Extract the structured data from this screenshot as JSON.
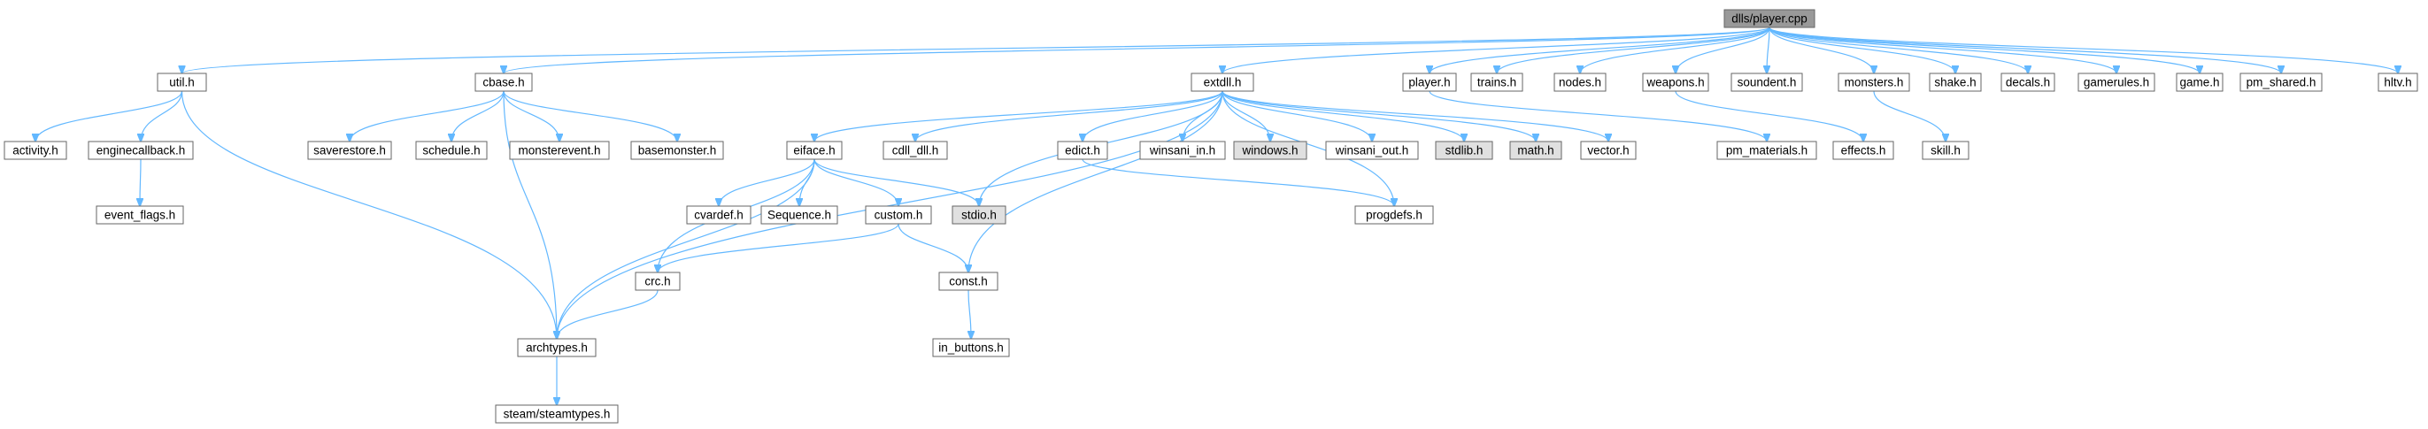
{
  "colors": {
    "node_fill": "#ffffff",
    "node_root_fill": "#999999",
    "node_system_fill": "#e0e0e0",
    "node_border": "#666666",
    "edge": "#63b8ff"
  },
  "nodes": [
    {
      "id": "root",
      "label": "dlls/player.cpp",
      "kind": "root"
    },
    {
      "id": "util",
      "label": "util.h",
      "kind": "normal"
    },
    {
      "id": "cbase",
      "label": "cbase.h",
      "kind": "normal"
    },
    {
      "id": "extdll",
      "label": "extdll.h",
      "kind": "normal"
    },
    {
      "id": "player",
      "label": "player.h",
      "kind": "normal"
    },
    {
      "id": "trains",
      "label": "trains.h",
      "kind": "normal"
    },
    {
      "id": "nodes",
      "label": "nodes.h",
      "kind": "normal"
    },
    {
      "id": "weapons",
      "label": "weapons.h",
      "kind": "normal"
    },
    {
      "id": "soundent",
      "label": "soundent.h",
      "kind": "normal"
    },
    {
      "id": "monsters",
      "label": "monsters.h",
      "kind": "normal"
    },
    {
      "id": "shake",
      "label": "shake.h",
      "kind": "normal"
    },
    {
      "id": "decals",
      "label": "decals.h",
      "kind": "normal"
    },
    {
      "id": "gamerules",
      "label": "gamerules.h",
      "kind": "normal"
    },
    {
      "id": "game",
      "label": "game.h",
      "kind": "normal"
    },
    {
      "id": "pm_shared",
      "label": "pm_shared.h",
      "kind": "normal"
    },
    {
      "id": "hltv",
      "label": "hltv.h",
      "kind": "normal"
    },
    {
      "id": "activity",
      "label": "activity.h",
      "kind": "normal"
    },
    {
      "id": "enginecallback",
      "label": "enginecallback.h",
      "kind": "normal"
    },
    {
      "id": "event_flags",
      "label": "event_flags.h",
      "kind": "normal"
    },
    {
      "id": "saverestore",
      "label": "saverestore.h",
      "kind": "normal"
    },
    {
      "id": "schedule",
      "label": "schedule.h",
      "kind": "normal"
    },
    {
      "id": "monsterevent",
      "label": "monsterevent.h",
      "kind": "normal"
    },
    {
      "id": "basemonster",
      "label": "basemonster.h",
      "kind": "normal"
    },
    {
      "id": "eiface",
      "label": "eiface.h",
      "kind": "normal"
    },
    {
      "id": "cdll_dll",
      "label": "cdll_dll.h",
      "kind": "normal"
    },
    {
      "id": "edict",
      "label": "edict.h",
      "kind": "normal"
    },
    {
      "id": "winsani_in",
      "label": "winsani_in.h",
      "kind": "normal"
    },
    {
      "id": "windows",
      "label": "windows.h",
      "kind": "system"
    },
    {
      "id": "winsani_out",
      "label": "winsani_out.h",
      "kind": "normal"
    },
    {
      "id": "stdlib",
      "label": "stdlib.h",
      "kind": "system"
    },
    {
      "id": "math",
      "label": "math.h",
      "kind": "system"
    },
    {
      "id": "vector",
      "label": "vector.h",
      "kind": "normal"
    },
    {
      "id": "pm_materials",
      "label": "pm_materials.h",
      "kind": "normal"
    },
    {
      "id": "effects",
      "label": "effects.h",
      "kind": "normal"
    },
    {
      "id": "skill",
      "label": "skill.h",
      "kind": "normal"
    },
    {
      "id": "cvardef",
      "label": "cvardef.h",
      "kind": "normal"
    },
    {
      "id": "sequence",
      "label": "Sequence.h",
      "kind": "normal"
    },
    {
      "id": "custom",
      "label": "custom.h",
      "kind": "normal"
    },
    {
      "id": "stdio",
      "label": "stdio.h",
      "kind": "system"
    },
    {
      "id": "progdefs",
      "label": "progdefs.h",
      "kind": "normal"
    },
    {
      "id": "crc",
      "label": "crc.h",
      "kind": "normal"
    },
    {
      "id": "const",
      "label": "const.h",
      "kind": "normal"
    },
    {
      "id": "archtypes",
      "label": "archtypes.h",
      "kind": "normal"
    },
    {
      "id": "in_buttons",
      "label": "in_buttons.h",
      "kind": "normal"
    },
    {
      "id": "steamtypes",
      "label": "steam/steamtypes.h",
      "kind": "normal"
    }
  ],
  "edges": [
    [
      "root",
      "util"
    ],
    [
      "root",
      "cbase"
    ],
    [
      "root",
      "extdll"
    ],
    [
      "root",
      "player"
    ],
    [
      "root",
      "trains"
    ],
    [
      "root",
      "nodes"
    ],
    [
      "root",
      "weapons"
    ],
    [
      "root",
      "soundent"
    ],
    [
      "root",
      "monsters"
    ],
    [
      "root",
      "shake"
    ],
    [
      "root",
      "decals"
    ],
    [
      "root",
      "gamerules"
    ],
    [
      "root",
      "game"
    ],
    [
      "root",
      "pm_shared"
    ],
    [
      "root",
      "hltv"
    ],
    [
      "util",
      "activity"
    ],
    [
      "util",
      "enginecallback"
    ],
    [
      "util",
      "archtypes"
    ],
    [
      "enginecallback",
      "event_flags"
    ],
    [
      "cbase",
      "saverestore"
    ],
    [
      "cbase",
      "schedule"
    ],
    [
      "cbase",
      "monsterevent"
    ],
    [
      "cbase",
      "basemonster"
    ],
    [
      "cbase",
      "archtypes"
    ],
    [
      "extdll",
      "eiface"
    ],
    [
      "extdll",
      "cdll_dll"
    ],
    [
      "extdll",
      "edict"
    ],
    [
      "extdll",
      "winsani_in"
    ],
    [
      "extdll",
      "windows"
    ],
    [
      "extdll",
      "winsani_out"
    ],
    [
      "extdll",
      "stdlib"
    ],
    [
      "extdll",
      "math"
    ],
    [
      "extdll",
      "vector"
    ],
    [
      "extdll",
      "stdio"
    ],
    [
      "extdll",
      "archtypes"
    ],
    [
      "extdll",
      "const"
    ],
    [
      "extdll",
      "progdefs"
    ],
    [
      "player",
      "pm_materials"
    ],
    [
      "weapons",
      "effects"
    ],
    [
      "monsters",
      "skill"
    ],
    [
      "eiface",
      "cvardef"
    ],
    [
      "eiface",
      "sequence"
    ],
    [
      "eiface",
      "custom"
    ],
    [
      "eiface",
      "stdio"
    ],
    [
      "eiface",
      "crc"
    ],
    [
      "eiface",
      "archtypes"
    ],
    [
      "custom",
      "const"
    ],
    [
      "custom",
      "crc"
    ],
    [
      "edict",
      "progdefs"
    ],
    [
      "crc",
      "archtypes"
    ],
    [
      "const",
      "in_buttons"
    ],
    [
      "archtypes",
      "steamtypes"
    ]
  ]
}
